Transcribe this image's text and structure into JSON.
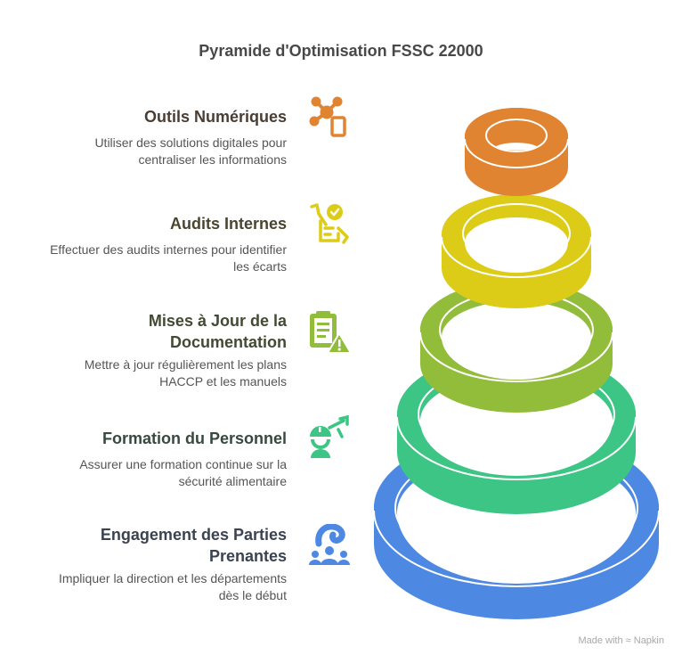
{
  "title": "Pyramide d'Optimisation FSSC 22000",
  "levels": [
    {
      "heading": "Outils Numériques",
      "description_lines": [
        "Utiliser des solutions digitales pour",
        "centraliser les informations"
      ],
      "icon": "digital-network-phone-icon",
      "color": "#E08432",
      "text_color": "#4a3d33"
    },
    {
      "heading": "Audits Internes",
      "description_lines": [
        "Effectuer des audits internes pour identifier",
        "les écarts"
      ],
      "icon": "audit-checklist-icon",
      "color": "#DDCC17",
      "text_color": "#4a4530"
    },
    {
      "heading_lines": [
        "Mises à Jour de la",
        "Documentation"
      ],
      "description_lines": [
        "Mettre à jour régulièrement les plans",
        "HACCP et les manuels"
      ],
      "icon": "clipboard-warning-icon",
      "color": "#92BD3A",
      "text_color": "#434a33"
    },
    {
      "heading": "Formation du Personnel",
      "description_lines": [
        "Assurer une formation continue sur la",
        "sécurité alimentaire"
      ],
      "icon": "worker-training-icon",
      "color": "#3CC584",
      "text_color": "#374a40"
    },
    {
      "heading_lines": [
        "Engagement des Parties",
        "Prenantes"
      ],
      "description_lines": [
        "Impliquer la direction et les départements",
        "dès le début"
      ],
      "icon": "stakeholders-group-icon",
      "color": "#4D88E3",
      "text_color": "#3b4350"
    }
  ],
  "footer": {
    "made_with": "Made with",
    "brand": "Napkin"
  }
}
